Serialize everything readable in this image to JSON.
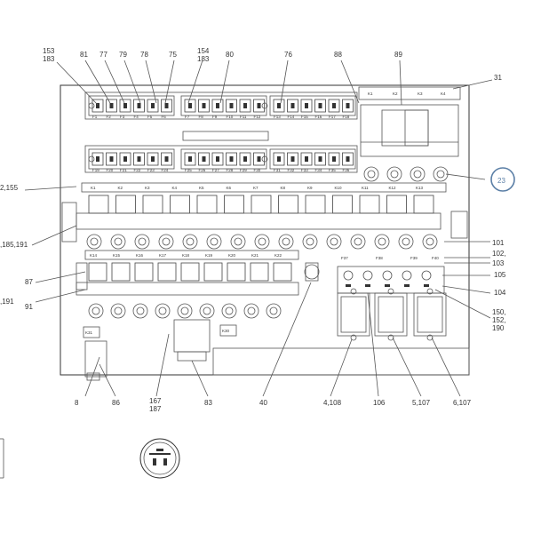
{
  "callouts": [
    {
      "id": "c153",
      "lines": [
        "153",
        "183"
      ]
    },
    {
      "id": "c81",
      "lines": [
        "81"
      ]
    },
    {
      "id": "c77",
      "lines": [
        "77"
      ]
    },
    {
      "id": "c79",
      "lines": [
        "79"
      ]
    },
    {
      "id": "c78",
      "lines": [
        "78"
      ]
    },
    {
      "id": "c75",
      "lines": [
        "75"
      ]
    },
    {
      "id": "c154",
      "lines": [
        "154",
        "183"
      ]
    },
    {
      "id": "c80",
      "lines": [
        "80"
      ]
    },
    {
      "id": "c76",
      "lines": [
        "76"
      ]
    },
    {
      "id": "c88",
      "lines": [
        "88"
      ]
    },
    {
      "id": "c89",
      "lines": [
        "89"
      ]
    },
    {
      "id": "c31",
      "lines": [
        "31"
      ]
    },
    {
      "id": "c23",
      "lines": [
        "23"
      ]
    },
    {
      "id": "c2155",
      "lines": [
        "2,155"
      ]
    },
    {
      "id": "c185",
      "lines": [
        ",185,191"
      ]
    },
    {
      "id": "c87",
      "lines": [
        "87"
      ]
    },
    {
      "id": "c3191",
      "lines": [
        ",191"
      ]
    },
    {
      "id": "c91",
      "lines": [
        "91"
      ]
    },
    {
      "id": "c101",
      "lines": [
        "101"
      ]
    },
    {
      "id": "c102",
      "lines": [
        "102,"
      ]
    },
    {
      "id": "c103",
      "lines": [
        "103"
      ]
    },
    {
      "id": "c105",
      "lines": [
        "105"
      ]
    },
    {
      "id": "c104",
      "lines": [
        "104"
      ]
    },
    {
      "id": "c150",
      "lines": [
        "150,",
        "152,",
        "190"
      ]
    },
    {
      "id": "c8",
      "lines": [
        "8"
      ]
    },
    {
      "id": "c86",
      "lines": [
        "86"
      ]
    },
    {
      "id": "c167",
      "lines": [
        "167",
        "187"
      ]
    },
    {
      "id": "c83",
      "lines": [
        "83"
      ]
    },
    {
      "id": "c40",
      "lines": [
        "40"
      ]
    },
    {
      "id": "c4108",
      "lines": [
        "4,108"
      ]
    },
    {
      "id": "c106",
      "lines": [
        "106"
      ]
    },
    {
      "id": "c5107",
      "lines": [
        "5,107"
      ]
    },
    {
      "id": "c6107",
      "lines": [
        "6,107"
      ]
    }
  ],
  "highlight": {
    "label": "23",
    "color": "#5b7fa6"
  },
  "fuse_row_1": [
    "F1",
    "F2",
    "F3",
    "F4",
    "F5",
    "F6",
    "F7",
    "F8",
    "F9",
    "F10",
    "F11",
    "F12",
    "F13",
    "F14",
    "F15",
    "F16",
    "F17",
    "F18"
  ],
  "fuse_row_2": [
    "F19",
    "F20",
    "F21",
    "F22",
    "F23",
    "F24",
    "F25",
    "F26",
    "F27",
    "F28",
    "F29",
    "F30",
    "F31",
    "F32",
    "F33",
    "F34",
    "F35",
    "F36"
  ],
  "relay_row_1": [
    "K1",
    "K2",
    "K3",
    "K4",
    "K5",
    "K6",
    "K7",
    "K8",
    "K9",
    "K10",
    "K11",
    "K12",
    "K13"
  ],
  "relay_row_2": [
    "K14",
    "K15",
    "K16",
    "K17",
    "K18",
    "K19",
    "K20",
    "K21",
    "K22"
  ],
  "power_fuses": [
    "F37",
    "F38",
    "F39",
    "F40"
  ],
  "breakers": [
    "K1",
    "K2",
    "K3",
    "K4"
  ],
  "small_labels": [
    "K30",
    "K31"
  ]
}
